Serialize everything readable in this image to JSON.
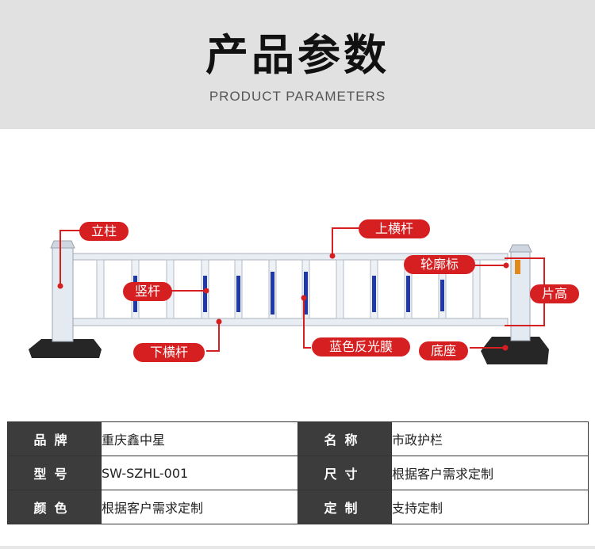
{
  "header": {
    "title": "产品参数",
    "subtitle": "PRODUCT PARAMETERS"
  },
  "diagram": {
    "labels": {
      "post": "立柱",
      "top_rail": "上横杆",
      "delineator": "轮廓标",
      "panel_height": "片高",
      "vertical_bar": "竖杆",
      "bottom_rail": "下横杆",
      "reflective_film": "蓝色反光膜",
      "base": "底座"
    },
    "colors": {
      "callout": "#d61f21",
      "frame": "#e6ecf3",
      "reflective": "#1f3aa8",
      "base": "#252525"
    }
  },
  "params": [
    {
      "k1": "品牌",
      "v1": "重庆鑫中星",
      "k2": "名称",
      "v2": "市政护栏"
    },
    {
      "k1": "型号",
      "v1": "SW-SZHL-001",
      "k2": "尺寸",
      "v2": "根据客户需求定制"
    },
    {
      "k1": "颜色",
      "v1": "根据客户需求定制",
      "k2": "定制",
      "v2": "支持定制"
    }
  ]
}
